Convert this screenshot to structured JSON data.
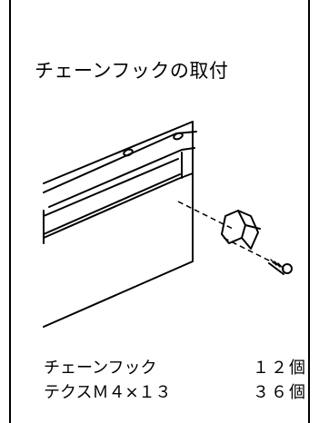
{
  "figure": {
    "title": "チェーンフックの取付",
    "parts": [
      {
        "name": "チェーンフック",
        "qty": "１２個"
      },
      {
        "name": "テクスＭ４×１３",
        "qty": "３６個"
      }
    ],
    "colors": {
      "ink": "#000000",
      "paper": "#ffffff"
    }
  }
}
